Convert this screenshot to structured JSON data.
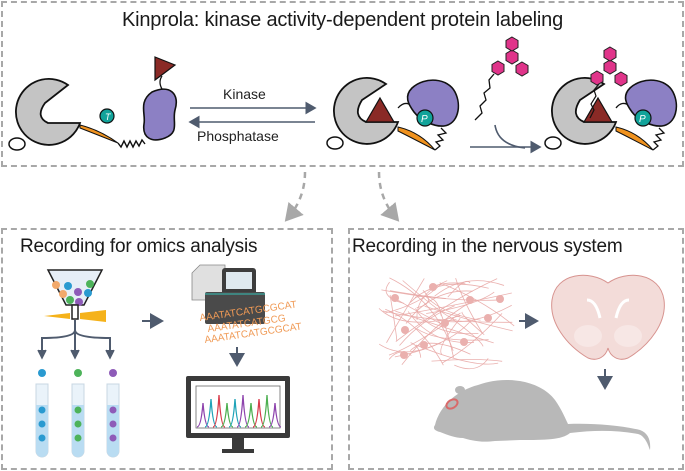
{
  "figure": {
    "title": "Kinprola: kinase activity-dependent protein labeling",
    "reaction": {
      "forward_label": "Kinase",
      "reverse_label": "Phosphatase",
      "phospho_label_unmod": "T",
      "phospho_label_mod": "P"
    },
    "panels": [
      {
        "id": "omics",
        "title": "Recording for omics analysis"
      },
      {
        "id": "nervous",
        "title": "Recording in the nervous system"
      }
    ],
    "dna_lines": [
      "AAATATCATGCGCAT",
      "AAATATCATGCG",
      "AAATATCATGCGCAT"
    ],
    "tubes": [
      {
        "color": "#2a9ad0"
      },
      {
        "color": "#4db35a"
      },
      {
        "color": "#8e5bb8"
      }
    ],
    "colors": {
      "protein_gray": "#c4c4c4",
      "kinase_purple": "#8c80c4",
      "ligand_red": "#8a2a26",
      "phospho_teal": "#11a39a",
      "linker_orange": "#f0921e",
      "dye_magenta": "#e0348a",
      "arrow_slate": "#4f5b6e",
      "dashed_gray": "#a8a8a8",
      "neuron_pink": "#e8a7a5",
      "mouse_gray": "#b8b8b8"
    }
  }
}
